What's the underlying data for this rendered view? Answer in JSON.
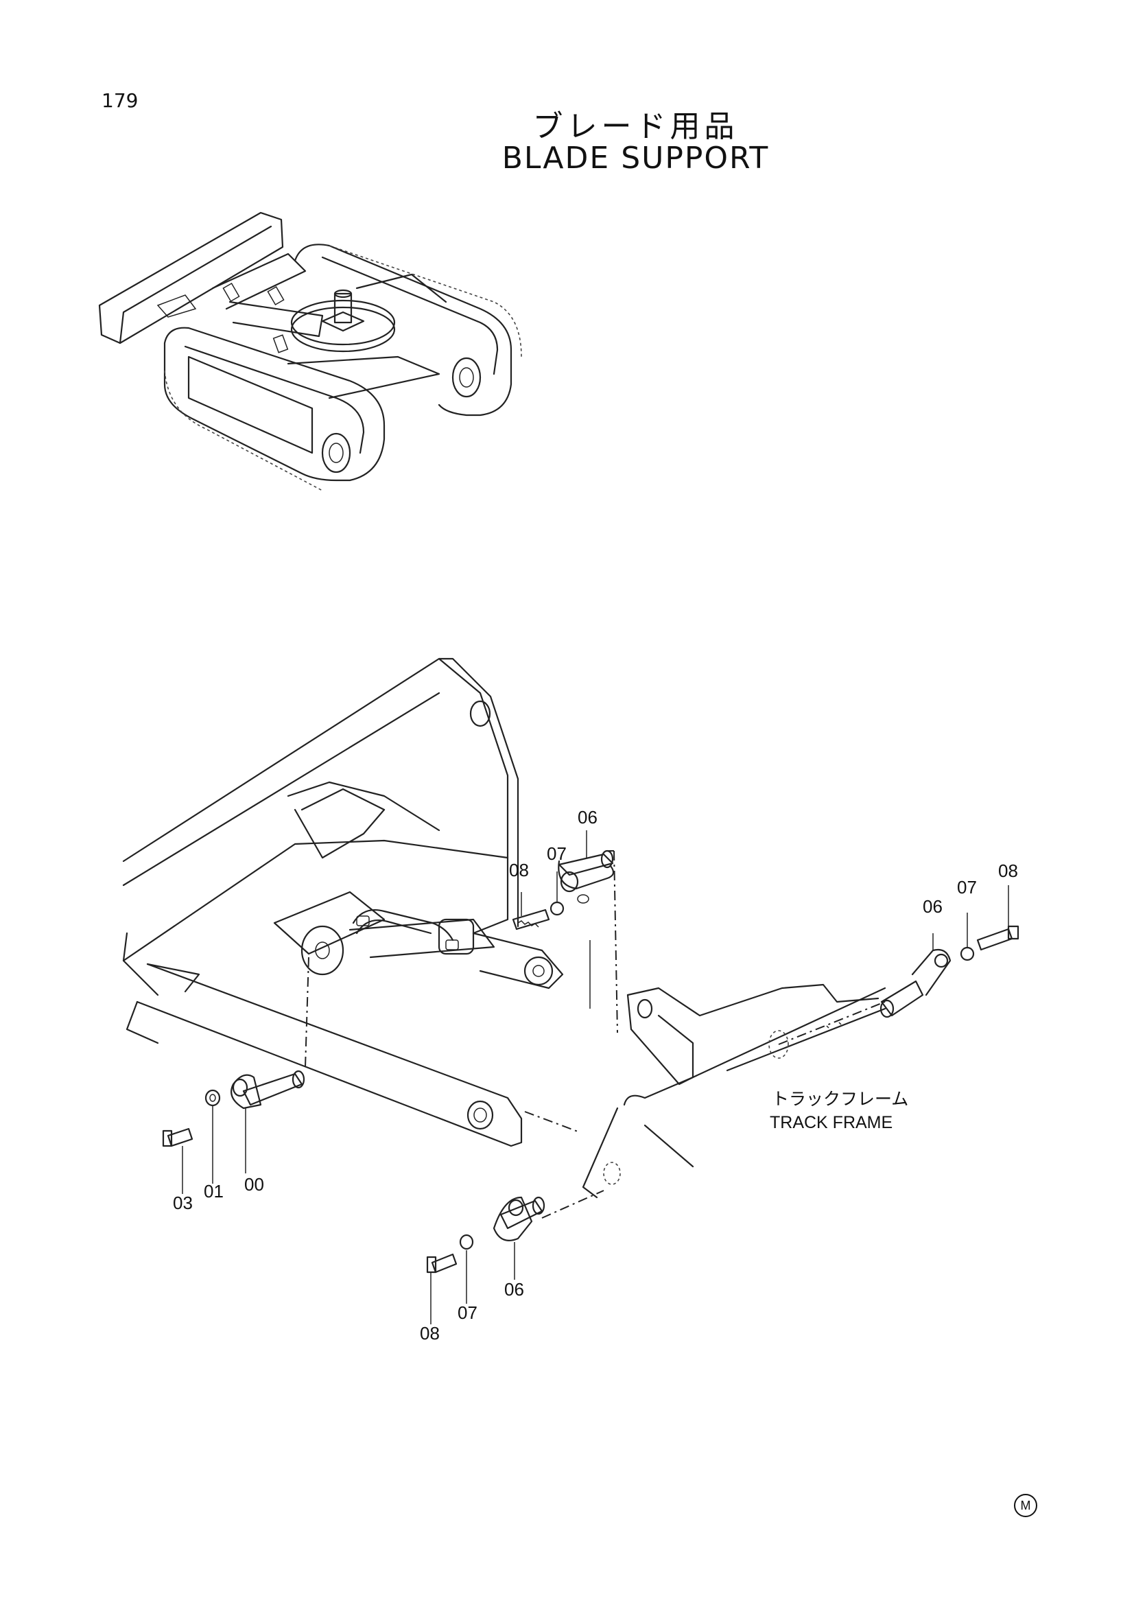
{
  "page_number": "179",
  "title_jp": "ブレード用品",
  "title_en": "BLADE SUPPORT",
  "detail": {
    "callouts": {
      "c06_top": "06",
      "c07_top": "07",
      "c08_top": "08",
      "c06_right": "06",
      "c07_right": "07",
      "c08_right": "08",
      "c03": "03",
      "c01": "01",
      "c00": "00",
      "c08_bottom": "08",
      "c07_bottom": "07",
      "c06_bottom": "06"
    },
    "track_frame_jp": "トラックフレーム",
    "track_frame_en": "TRACK FRAME"
  },
  "footer_mark": "M"
}
